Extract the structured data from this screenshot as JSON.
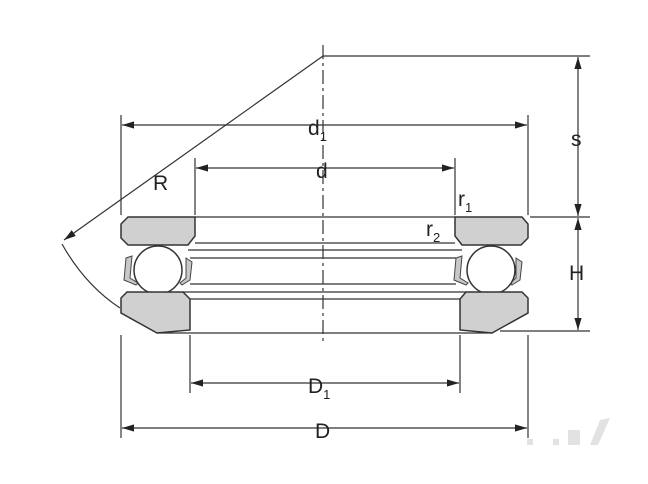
{
  "diagram": {
    "title": "Thrust ball bearing dimension drawing",
    "labels": {
      "d1": {
        "main": "d",
        "sub": "1"
      },
      "d": {
        "main": "d"
      },
      "R": {
        "main": "R"
      },
      "r1": {
        "main": "r",
        "sub": "1"
      },
      "r2": {
        "main": "r",
        "sub": "2"
      },
      "s": {
        "main": "s"
      },
      "H": {
        "main": "H"
      },
      "D1": {
        "main": "D",
        "sub": "1"
      },
      "D": {
        "main": "D"
      }
    },
    "colors": {
      "part_fill": "#d0d0d0",
      "line": "#333333"
    }
  }
}
